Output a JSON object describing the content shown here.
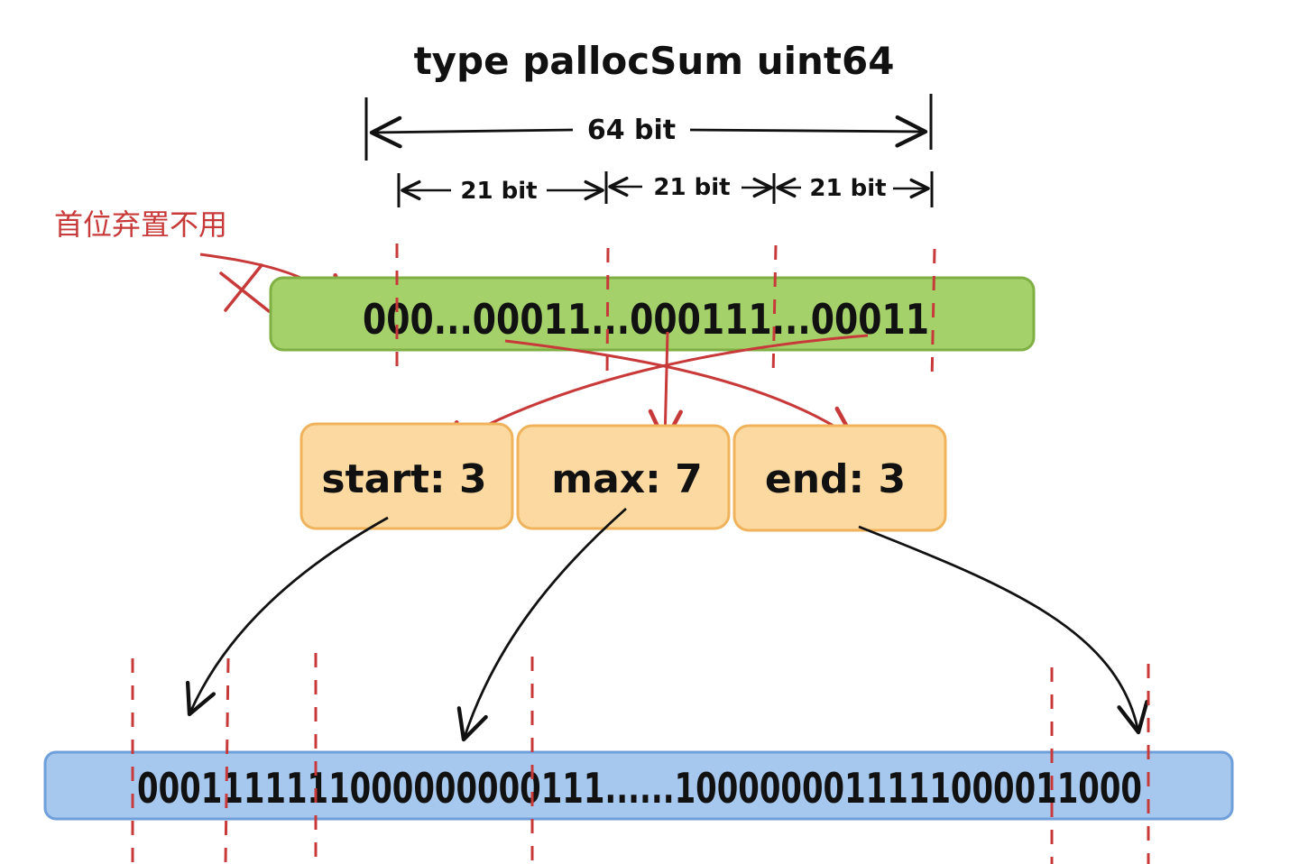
{
  "title": "type pallocSum uint64",
  "total_bits_label": "64 bit",
  "segments": [
    {
      "label": "21 bit"
    },
    {
      "label": "21 bit"
    },
    {
      "label": "21 bit"
    }
  ],
  "annotation": "首位弃置不用",
  "packed_value": "000...00011...000111...00011",
  "fields": [
    {
      "label": "start: 3"
    },
    {
      "label": "max: 7"
    },
    {
      "label": "end: 3"
    }
  ],
  "bitmap_value": "0001111111000000000111......1000000011111000011000",
  "colors": {
    "packed_fill": "#a5d16a",
    "packed_stroke": "#7fb043",
    "field_fill": "#fbd9a0",
    "field_stroke": "#f0b25a",
    "bitmap_fill": "#a7c8ee",
    "bitmap_stroke": "#6f9fd8",
    "accent_red": "#c83a3a",
    "ink": "#111111"
  }
}
